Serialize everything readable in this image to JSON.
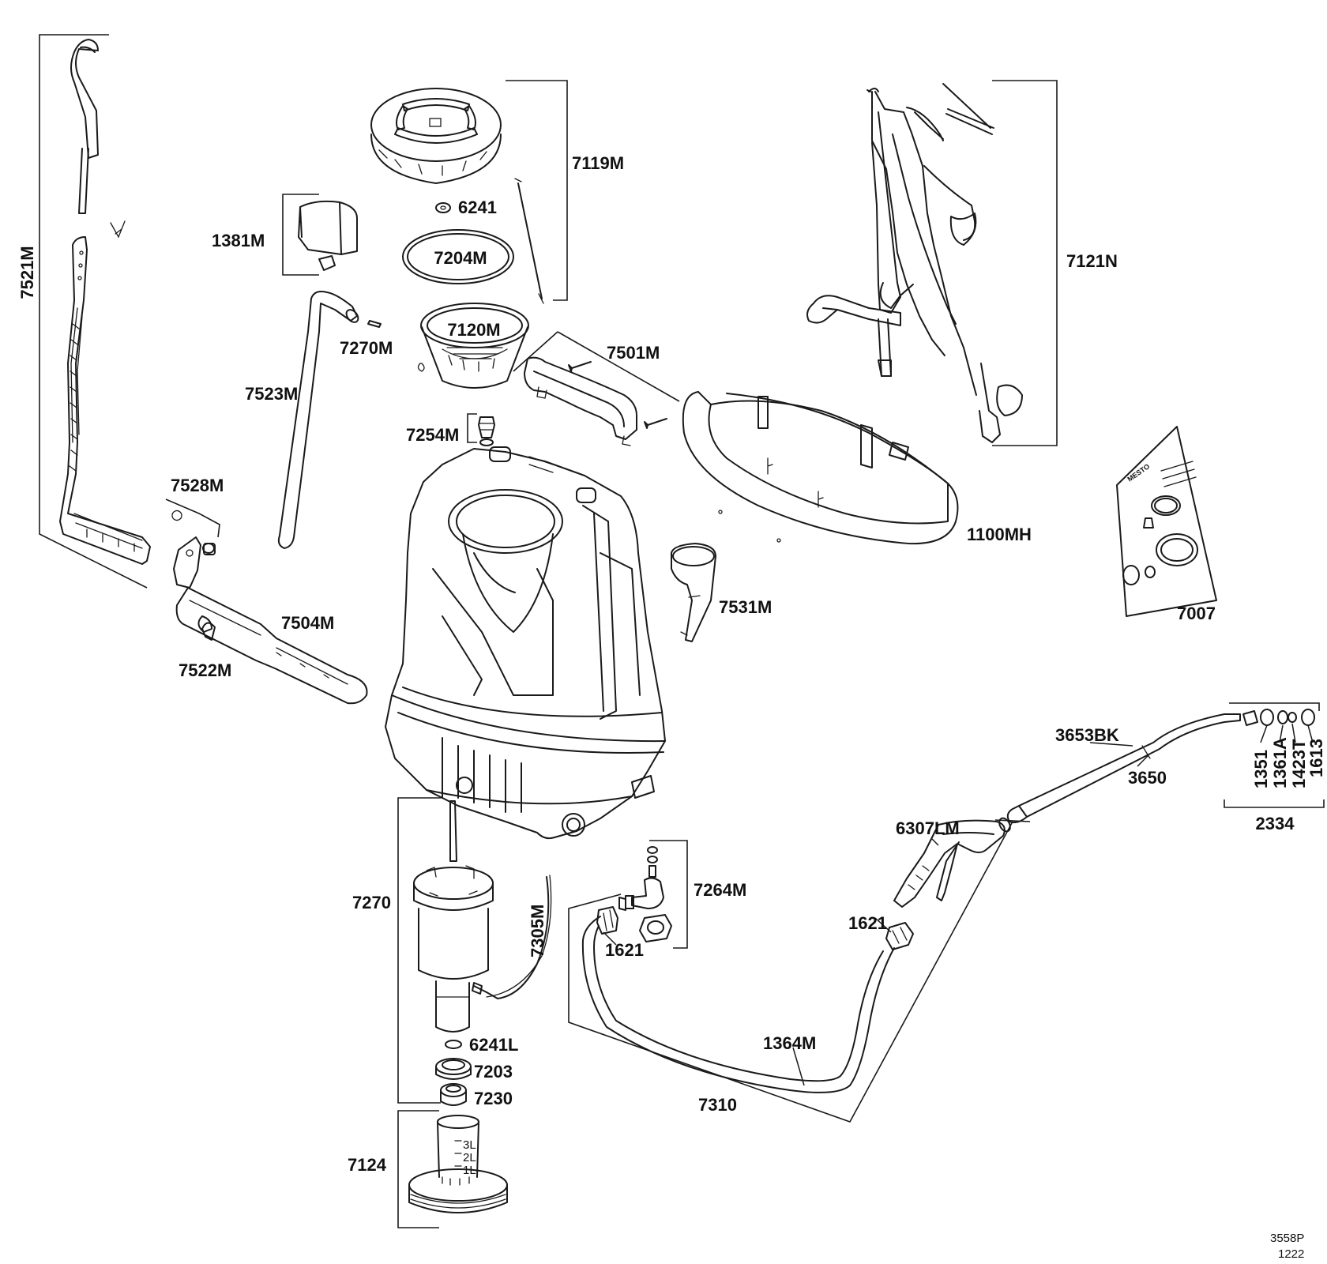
{
  "labels": {
    "p7521M": "7521M",
    "p7119M": "7119M",
    "p6241": "6241",
    "p1381M": "1381M",
    "p7204M": "7204M",
    "p7121N": "7121N",
    "p7120M": "7120M",
    "p7270M": "7270M",
    "p7501M": "7501M",
    "p7523M": "7523M",
    "p7254M": "7254M",
    "p7528M": "7528M",
    "p1100MH": "1100MH",
    "p7007": "7007",
    "p7531M": "7531M",
    "p7504M": "7504M",
    "p7522M": "7522M",
    "p3653BK": "3653BK",
    "p1351": "1351",
    "p1361A": "1361A",
    "p1423T": "1423T",
    "p1613": "1613",
    "p3650": "3650",
    "p2334": "2334",
    "p6307LM": "6307LM",
    "p7264M": "7264M",
    "p7270": "7270",
    "p7305M": "7305M",
    "p1621a": "1621",
    "p1621b": "1621",
    "p6241L": "6241L",
    "p7203": "7203",
    "p7230": "7230",
    "p1364M": "1364M",
    "p7310": "7310",
    "p7124": "7124"
  },
  "brand_text": "MESTO",
  "cup_marks": [
    "3L",
    "2L",
    "1L"
  ],
  "drawing_code": "3558P",
  "drawing_rev": "1222"
}
